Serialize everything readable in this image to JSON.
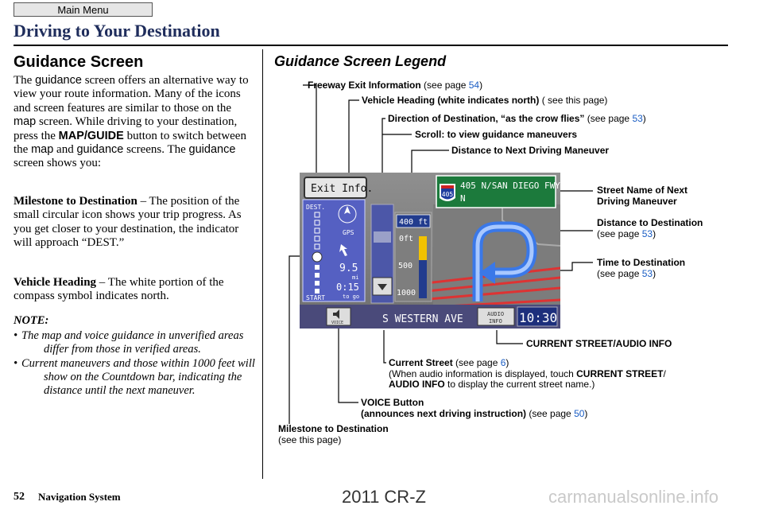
{
  "main_menu": "Main Menu",
  "page_title": "Driving to Your Destination",
  "left": {
    "heading": "Guidance Screen",
    "intro": {
      "t1": "The ",
      "guidance": "guidance",
      "t2": " screen offers an alternative way to view your route information. Many of the icons and screen features are similar to those on the ",
      "map": "map",
      "t3": " screen. While driving to your destination, press the ",
      "button": "MAP/GUIDE",
      "t4": " button to switch between the ",
      "map2": "map",
      "t5": " and ",
      "guidance2": "guidance",
      "t6": " screens. The ",
      "guidance3": "guidance",
      "t7": " screen shows you:"
    },
    "milestone": {
      "term": "Milestone to Destination",
      "text": " – The position of the small circular icon shows your trip progress. As you get closer to your destination, the indicator will approach “DEST.”"
    },
    "heading_item": {
      "term": "Vehicle Heading",
      "text": " – The white portion of the compass symbol indicates north."
    },
    "note_title": "NOTE:",
    "notes": [
      "The map and voice guidance in unverified areas differ from those in verified areas.",
      "Current maneuvers and those within 1000 feet will show on the Countdown bar, indicating the distance until the next maneuver."
    ]
  },
  "right_heading": "Guidance Screen Legend",
  "legend": {
    "freeway_exit": {
      "label": "Freeway Exit Information",
      "pre": " (see page ",
      "page": "54",
      "post": ")"
    },
    "vehicle_heading": {
      "label": "Vehicle Heading (white indicates north)",
      "pre": " ( see this page)"
    },
    "direction": {
      "label": "Direction of Destination, “as the crow flies”",
      "pre": " (see page ",
      "page": "53",
      "post": ")"
    },
    "scroll": {
      "label": "Scroll: to view guidance maneuvers"
    },
    "dist_next": {
      "label": "Distance to Next Driving Maneuver"
    },
    "street_name": {
      "line1": "Street Name of Next",
      "line2": "Driving Maneuver"
    },
    "dist_dest": {
      "label": "Distance to Destination",
      "pre": "(see page ",
      "page": "53",
      "post": ")"
    },
    "time_dest": {
      "label": "Time to Destination",
      "pre": "(see page ",
      "page": "53",
      "post": ")"
    },
    "current_street_audio": {
      "label": "CURRENT STREET/AUDIO INFO"
    },
    "current_street": {
      "label": "Current Street",
      "pre": " (see page ",
      "page": "6",
      "post": ")",
      "line2a": "(When audio information is displayed, touch ",
      "line2b": "CURRENT STREET",
      "line2c": "/",
      "line3a": "AUDIO INFO",
      "line3b": " to display the current street name.)"
    },
    "voice_button": {
      "label": "VOICE Button",
      "line2": "(announces next driving instruction)",
      "pre": " (see page ",
      "page": "50",
      "post": ")"
    },
    "milestone": {
      "label": "Milestone to Destination",
      "line2": "(see this page)"
    }
  },
  "screen": {
    "exit_info": "Exit Info.",
    "shield": "405",
    "sign_line1": "405 N/SAN DIEGO FWY",
    "sign_line2": "N",
    "dest": "DEST.",
    "start": "START",
    "gps": "GPS",
    "dist_miles": "9.5",
    "mi": "mi",
    "time": "0:15",
    "to_go": "to go",
    "maneuver_dist": "400 ft",
    "zero_ft": "0ft",
    "tick_500": "500",
    "tick_1000": "1000",
    "voice": "VOICE",
    "street": "S WESTERN AVE",
    "audio_info_1": "AUDIO",
    "audio_info_2": "INFO",
    "clock": "10:30"
  },
  "footer": {
    "page": "52",
    "section": "Navigation System"
  },
  "watermark": "2011 CR-Z",
  "watermark_site": "carmanualsonline.info"
}
